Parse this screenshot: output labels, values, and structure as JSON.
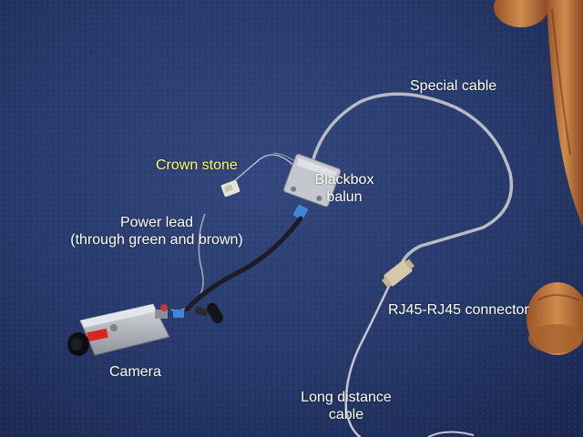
{
  "colors": {
    "carpet": "#2a3d70",
    "carpet_light": "#3a5088",
    "wood": "#b8703a",
    "wood_dark": "#7a4420",
    "cable_grey": "#b8bcc2",
    "cable_black": "#1c1c22",
    "device_silver": "#b9bcc4",
    "label_white": "#ffffff",
    "label_yellow": "#ffff66",
    "accent_blue": "#3f86d8",
    "accent_red": "#d9251d"
  },
  "labels": {
    "special_cable": "Special cable",
    "crown_stone": "Crown stone",
    "blackbox_balun_line1": "Blackbox",
    "blackbox_balun_line2": "balun",
    "power_lead_line1": "Power lead",
    "power_lead_line2": "(through green and brown)",
    "rj45_connector": "RJ45-RJ45 connector",
    "camera": "Camera",
    "long_distance_line1": "Long distance",
    "long_distance_line2": "cable"
  }
}
